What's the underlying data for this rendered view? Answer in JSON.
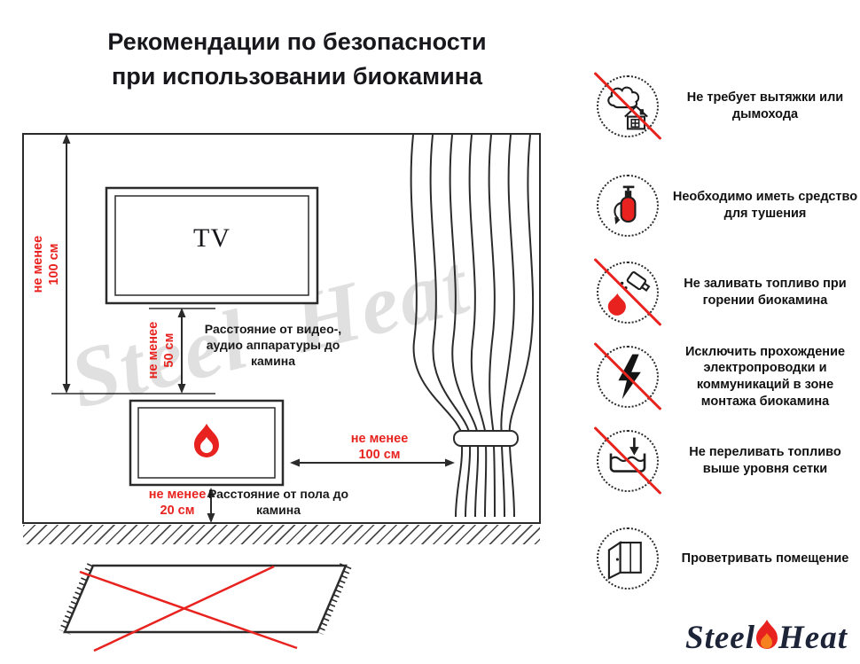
{
  "title": {
    "line1": "Рекомендации по безопасности",
    "line2": "при использовании биокамина"
  },
  "diagram": {
    "tv_label": "TV",
    "watermark": "Steel Heat",
    "dims": {
      "left": {
        "line1": "не менее",
        "line2": "100 см"
      },
      "middle": {
        "line1": "не менее",
        "line2": "50 см"
      },
      "right": {
        "line1": "не менее",
        "line2": "100 см"
      },
      "bottom": {
        "line1": "не менее",
        "line2": "20 см"
      }
    },
    "labels": {
      "av_distance": "Расстояние от видео-, аудио аппаратуры до камина",
      "floor_distance": "Расстояние от пола до камина"
    }
  },
  "rules": [
    {
      "icon": "no-chimney-icon",
      "strike": true,
      "text": "Не требует вытяжки или дымохода"
    },
    {
      "icon": "extinguisher-icon",
      "strike": false,
      "text": "Необходимо иметь средство для тушения"
    },
    {
      "icon": "no-refuel-while-burning-icon",
      "strike": true,
      "text": "Не заливать топливо при горении биокамина"
    },
    {
      "icon": "no-wiring-icon",
      "strike": true,
      "text": "Исключить прохождение электропроводки и коммуникаций в зоне монтажа биокамина"
    },
    {
      "icon": "no-overfill-icon",
      "strike": true,
      "text": "Не переливать топливо выше уровня сетки"
    },
    {
      "icon": "ventilate-icon",
      "strike": false,
      "text": "Проветривать помещение"
    }
  ],
  "logo": {
    "steel": "Steel",
    "heat": "Heat"
  },
  "colors": {
    "accent_red": "#e8231f",
    "line_dark": "#2b2b2b",
    "logo_navy": "#1d2438"
  }
}
